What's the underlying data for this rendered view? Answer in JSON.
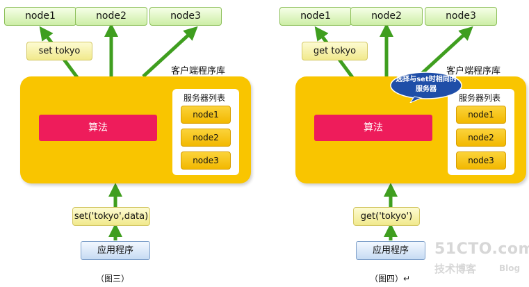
{
  "panels": [
    {
      "nodes": [
        "node1",
        "node2",
        "node3"
      ],
      "command": "set tokyo",
      "client_label": "客户端程序库",
      "algorithm": "算法",
      "server_list_title": "服务器列表",
      "servers": [
        "node1",
        "node2",
        "node3"
      ],
      "call": "set('tokyo',data)",
      "app": "应用程序",
      "caption": "（图三）"
    },
    {
      "nodes": [
        "node1",
        "node2",
        "node3"
      ],
      "command": "get tokyo",
      "client_label": "客户端程序库",
      "algorithm": "算法",
      "server_list_title": "服务器列表",
      "servers": [
        "node1",
        "node2",
        "node3"
      ],
      "call": "get('tokyo')",
      "app": "应用程序",
      "caption": "（图四）↵",
      "callout": "选择与set时相同的服务器"
    }
  ],
  "watermark": {
    "site": "51CTO.com",
    "tagline": "技术博客",
    "blog": "Blog"
  },
  "colors": {
    "client_bg": "#f9c500",
    "algorithm_bg": "#ee1c5b",
    "arrow": "#3f9e1f",
    "callout_bg": "#1f4ea8"
  }
}
